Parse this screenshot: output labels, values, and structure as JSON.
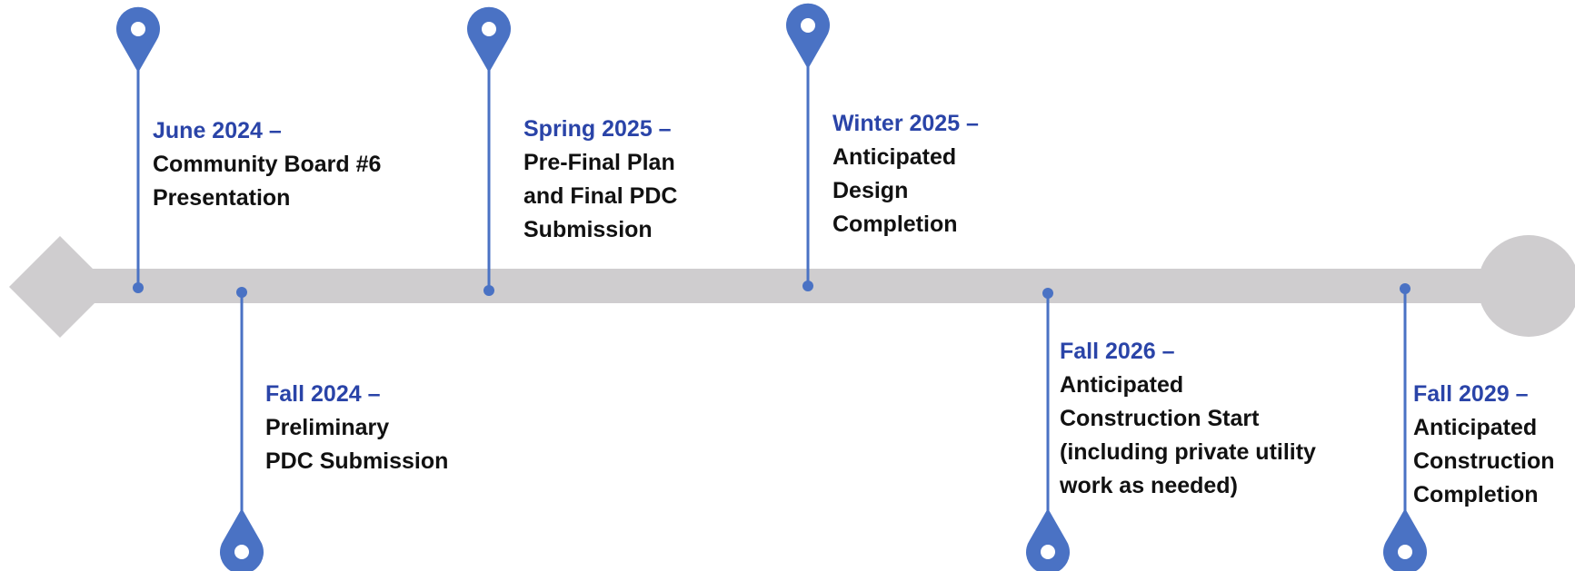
{
  "colors": {
    "bar": "#cfcdcf",
    "pin": "#4a72c4",
    "date_text": "#2a44a8",
    "desc_text": "#111111"
  },
  "timeline": {
    "milestones": [
      {
        "date": "June 2024 –",
        "lines": [
          "Community Board #6",
          "Presentation"
        ],
        "side": "above",
        "icon": "map-pin-icon"
      },
      {
        "date": "Fall 2024 –",
        "lines": [
          "Preliminary",
          "PDC Submission"
        ],
        "side": "below",
        "icon": "map-pin-icon"
      },
      {
        "date": "Spring 2025 –",
        "lines": [
          "Pre-Final Plan",
          "and Final PDC",
          "Submission"
        ],
        "side": "above",
        "icon": "map-pin-icon"
      },
      {
        "date": "Winter 2025 –",
        "lines": [
          "Anticipated",
          "Design",
          "Completion"
        ],
        "side": "above",
        "icon": "map-pin-icon"
      },
      {
        "date": "Fall 2026 –",
        "lines": [
          "Anticipated",
          "Construction Start",
          "(including private utility",
          "work as needed)"
        ],
        "side": "below",
        "icon": "map-pin-icon"
      },
      {
        "date": "Fall 2029 –",
        "lines": [
          "Anticipated",
          "Construction",
          "Completion"
        ],
        "side": "below",
        "icon": "map-pin-icon"
      }
    ]
  }
}
